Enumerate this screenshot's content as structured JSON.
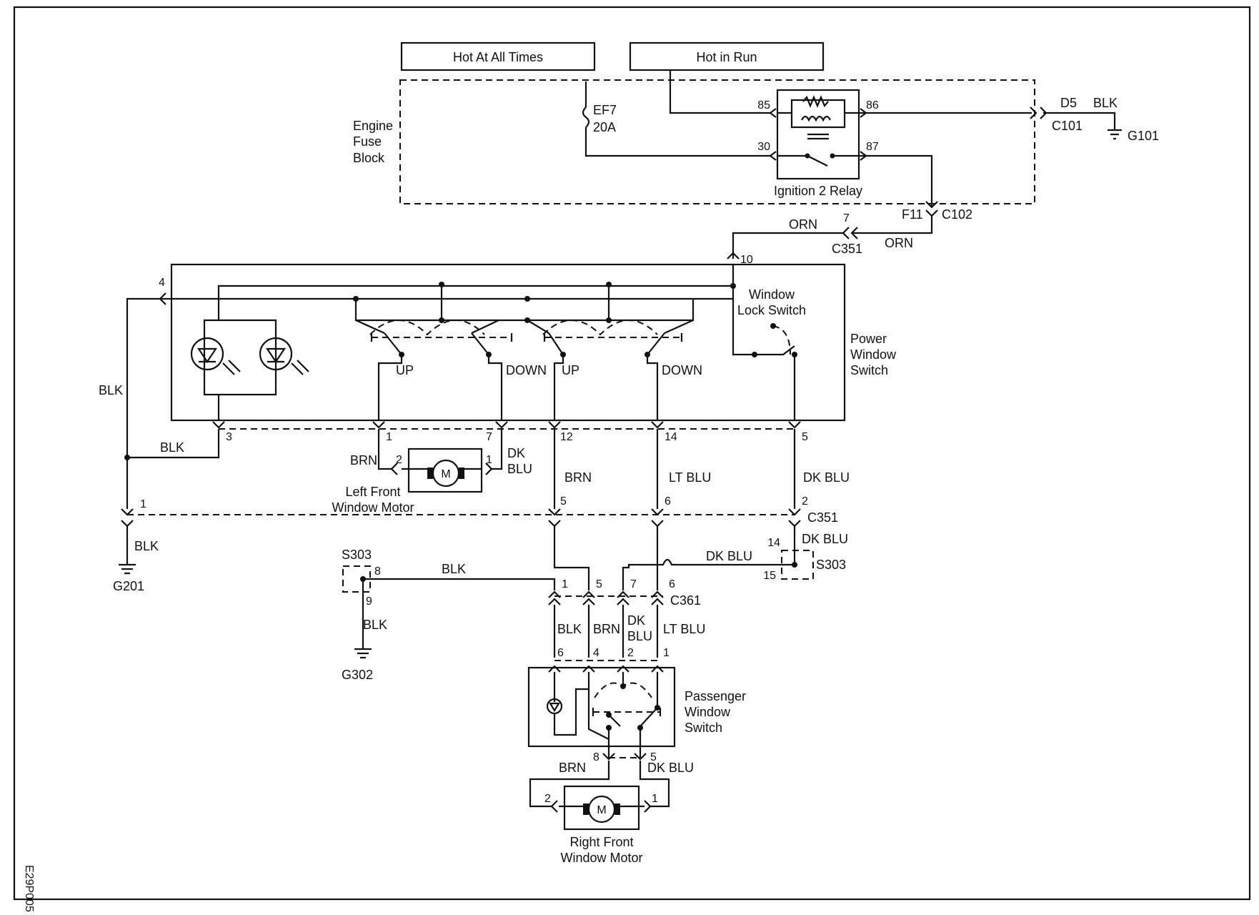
{
  "headers": {
    "hot_always": "Hot At All Times",
    "hot_run": "Hot in Run"
  },
  "fuse_block": {
    "line1": "Engine",
    "line2": "Fuse",
    "line3": "Block",
    "fuse_id": "EF7",
    "fuse_rating": "20A"
  },
  "relay": {
    "name": "Ignition 2 Relay",
    "p85": "85",
    "p86": "86",
    "p30": "30",
    "p87": "87"
  },
  "ground_top": {
    "pin": "D5",
    "connector": "C101",
    "wire": "BLK",
    "ground": "G101"
  },
  "feed": {
    "f11": "F11",
    "c102": "C102",
    "orn1": "ORN",
    "orn2": "ORN",
    "pin7": "7",
    "c351": "C351",
    "pin10": "10"
  },
  "power_switch": {
    "line1": "Power",
    "line2": "Window",
    "line3": "Switch",
    "lock_line1": "Window",
    "lock_line2": "Lock Switch",
    "up1": "UP",
    "down1": "DOWN",
    "up2": "UP",
    "down2": "DOWN",
    "pin4": "4",
    "pin3": "3",
    "pin1": "1",
    "pin7": "7",
    "pin12": "12",
    "pin14": "14",
    "pin5": "5"
  },
  "left_motor": {
    "line1": "Left Front",
    "line2": "Window Motor",
    "pin2": "2",
    "pin1": "1",
    "brn": "BRN",
    "dk": "DK",
    "blu": "BLU",
    "m": "M"
  },
  "wires_mid": {
    "blk_vert": "BLK",
    "blk_h": "BLK",
    "brn": "BRN",
    "lt_blu": "LT BLU",
    "dk_blu": "DK BLU"
  },
  "c351_lower": {
    "pin1": "1",
    "pin5": "5",
    "pin6": "6",
    "pin2": "2",
    "name": "C351"
  },
  "g201": {
    "wire": "BLK",
    "ground": "G201"
  },
  "s303_right": {
    "pin14": "14",
    "wire": "DK BLU",
    "pin15": "15",
    "name": "S303",
    "dk_blu_h": "DK BLU"
  },
  "s303_left": {
    "name": "S303",
    "pin8": "8",
    "pin9": "9",
    "wire_h": "BLK",
    "wire_v": "BLK",
    "ground": "G302"
  },
  "c361": {
    "pin1": "1",
    "pin5": "5",
    "pin7": "7",
    "pin6": "6",
    "name": "C361"
  },
  "pass_wires": {
    "blk": "BLK",
    "brn": "BRN",
    "dk": "DK",
    "blu": "BLU",
    "lt_blu": "LT BLU",
    "pin6": "6",
    "pin4": "4",
    "pin2": "2",
    "pin1": "1"
  },
  "pass_switch": {
    "line1": "Passenger",
    "line2": "Window",
    "line3": "Switch",
    "pin8": "8",
    "pin5": "5",
    "brn": "BRN",
    "dk_blu": "DK BLU"
  },
  "right_motor": {
    "line1": "Right Front",
    "line2": "Window Motor",
    "pin2": "2",
    "pin1": "1",
    "m": "M"
  },
  "figure_code": "E29P005"
}
